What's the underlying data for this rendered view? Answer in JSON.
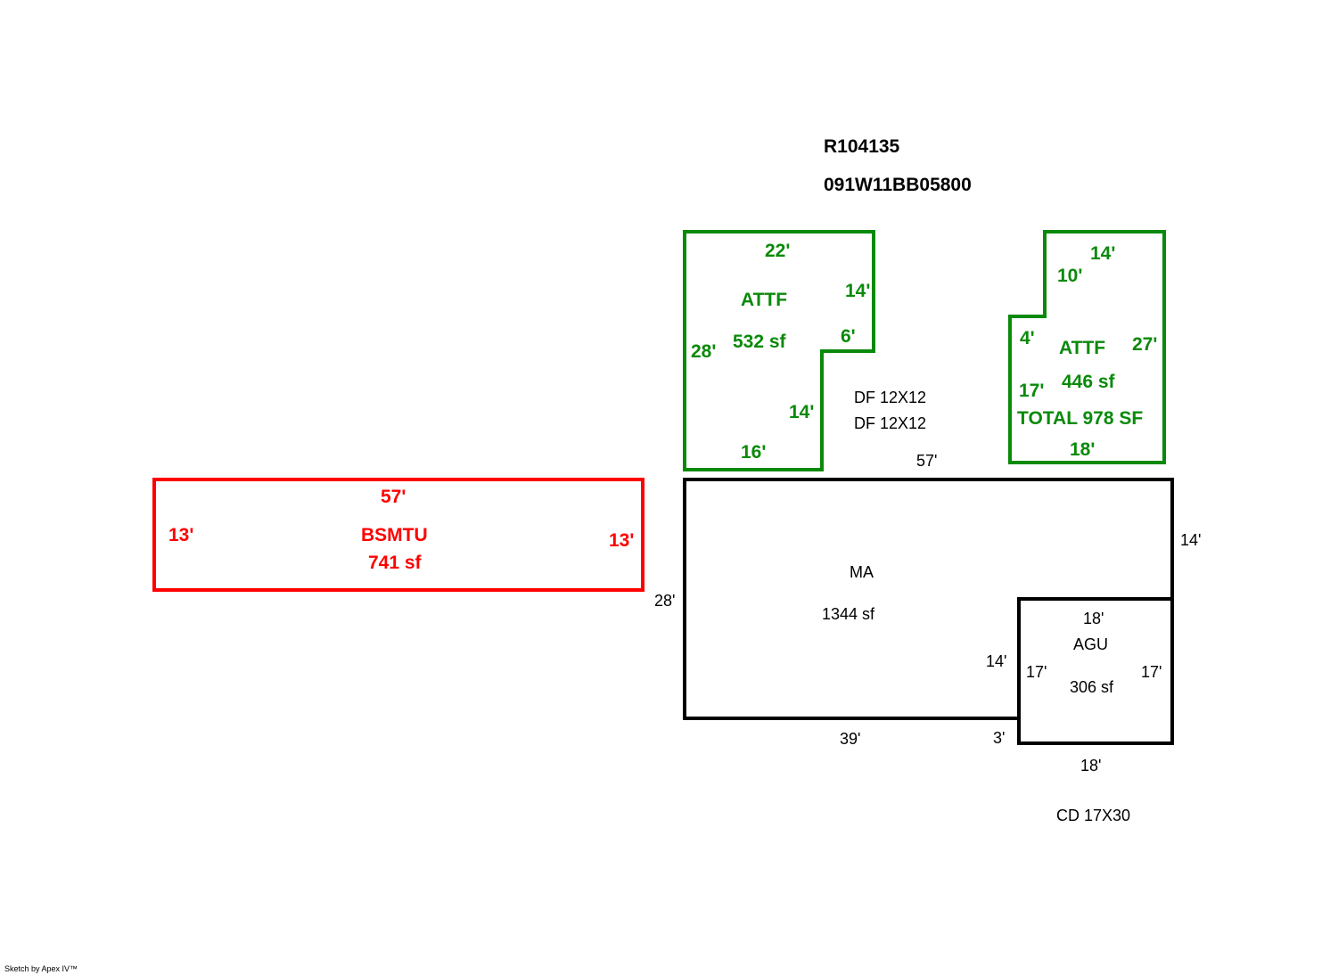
{
  "header": {
    "account": "R104135",
    "map_number": "091W11BB05800"
  },
  "footer": {
    "credit": "Sketch by Apex IV™"
  },
  "colors": {
    "attic": "#0a8a0a",
    "basement": "#ff0000",
    "main": "#000000"
  },
  "attic_left": {
    "name": "ATTF",
    "area": "532 sf",
    "dims": {
      "top": "22'",
      "right_upper": "14'",
      "step": "6'",
      "left": "28'",
      "right_lower": "14'",
      "bottom": "16'"
    }
  },
  "attic_right": {
    "name": "ATTF",
    "area": "446 sf",
    "total": "TOTAL 978 SF",
    "dims": {
      "top": "14'",
      "notch_vertical": "10'",
      "notch_step": "4'",
      "right": "27'",
      "left": "17'",
      "bottom": "18'"
    }
  },
  "decks": {
    "df1": "DF  12X12",
    "df2": "DF  12X12",
    "cd": "CD  17X30"
  },
  "basement": {
    "name": "BSMTU",
    "area": "741 sf",
    "dims": {
      "top": "57'",
      "left": "13'",
      "right": "13'"
    }
  },
  "main_area": {
    "name": "MA",
    "area": "1344 sf",
    "dims": {
      "top": "57'",
      "right": "14'",
      "left": "28'",
      "inner_vertical": "14'",
      "bottom": "39'",
      "bottom_step": "3'"
    }
  },
  "garage": {
    "name": "AGU",
    "area": "306 sf",
    "dims": {
      "top": "18'",
      "left": "17'",
      "right": "17'",
      "bottom": "18'"
    }
  }
}
